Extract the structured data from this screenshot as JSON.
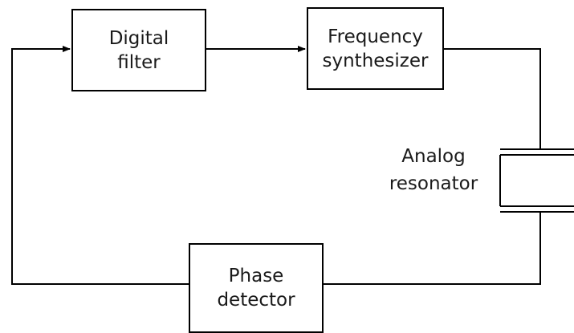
{
  "blocks": {
    "digital_filter": [
      "Digital",
      "filter"
    ],
    "frequency_synthesizer": [
      "Frequency",
      "synthesizer"
    ],
    "phase_detector": [
      "Phase",
      "detector"
    ]
  },
  "resonator": [
    "Analog",
    "resonator"
  ],
  "colors": {
    "line": "#000000",
    "text": "#1a1a1a",
    "background": "#ffffff"
  }
}
